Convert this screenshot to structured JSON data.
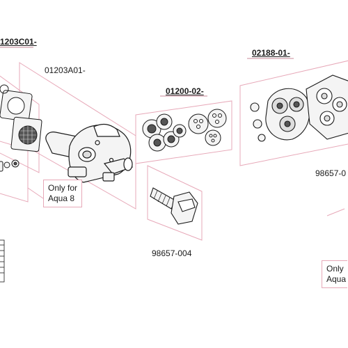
{
  "labels": {
    "kit_c01": "1203C01-",
    "part_a01": "01203A01-",
    "kit_01200": "01200-02-",
    "kit_02188": "02188-01-",
    "part_98657_004": "98657-004",
    "part_98657_right": "98657-0"
  },
  "notes": {
    "aqua8_left": {
      "line1": "Only for",
      "line2": "Aqua 8"
    },
    "aqua_right": {
      "line1": "Only",
      "line2": "Aqua"
    }
  },
  "colors": {
    "frame": "#e7a8b8",
    "ink": "#1a1a1a",
    "part_fill": "#f4f4f4"
  }
}
